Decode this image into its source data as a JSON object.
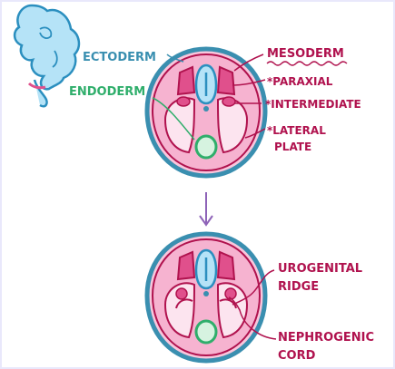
{
  "labels": {
    "ectoderm": "ECTODERM",
    "endoderm": "ENDODERM",
    "mesoderm": "MESODERM",
    "paraxial": "*PARAXIAL",
    "intermediate": "*INTERMEDIATE",
    "lateral_plate_line1": "*LATERAL",
    "lateral_plate_line2": "PLATE",
    "urogenital_ridge_line1": "UROGENITAL",
    "urogenital_ridge_line2": "RIDGE",
    "nephrogenic_cord_line1": "NEPHROGENIC",
    "nephrogenic_cord_line2": "CORD"
  },
  "colors": {
    "ectoderm": "#3a8fb0",
    "endoderm": "#2fae6b",
    "mesoderm": "#b0124e",
    "mesoderm_fill": "#f4a6c8",
    "mesoderm_dark": "#e0508c",
    "background": "#e9e8fb",
    "arrow": "#8e63b8"
  },
  "icons": {
    "embryo": "embryo-icon",
    "arrow": "down-arrow-icon"
  }
}
